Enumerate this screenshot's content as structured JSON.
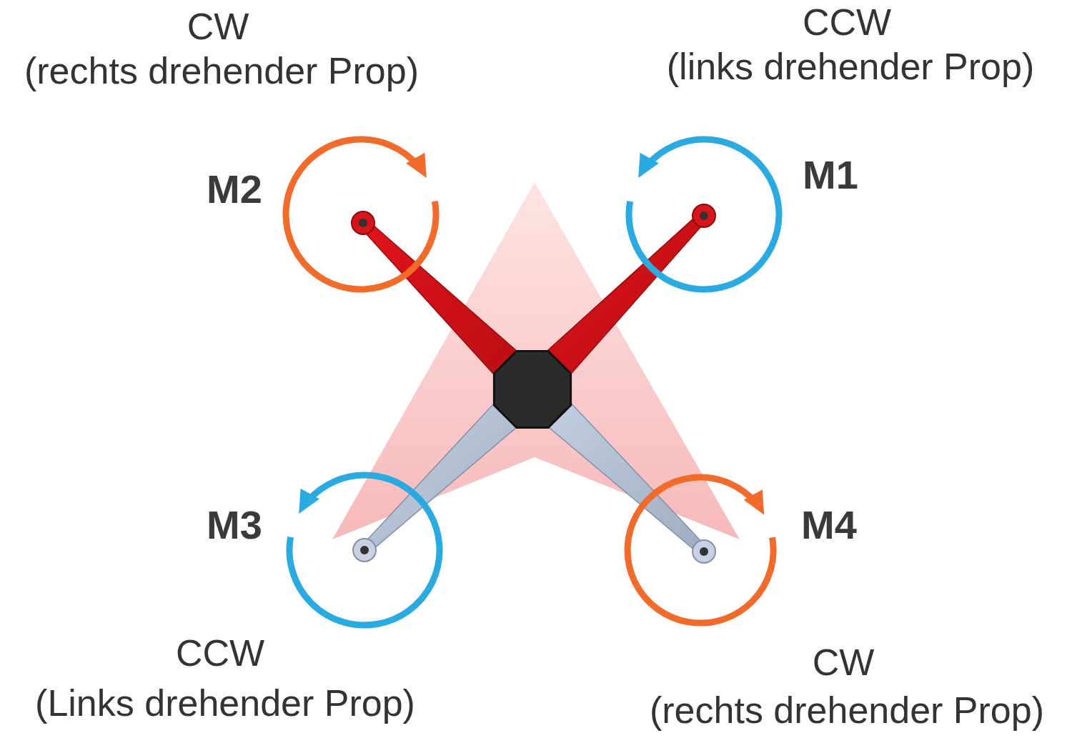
{
  "diagram": {
    "labels": [
      "CW",
      "(rechts drehender Prop)",
      "CCW",
      "(links drehender Prop)",
      "M2",
      "M1",
      "M3",
      "M4",
      "CCW",
      "(Links drehender Prop)",
      "CW",
      "(rechts drehender Prop)"
    ]
  }
}
